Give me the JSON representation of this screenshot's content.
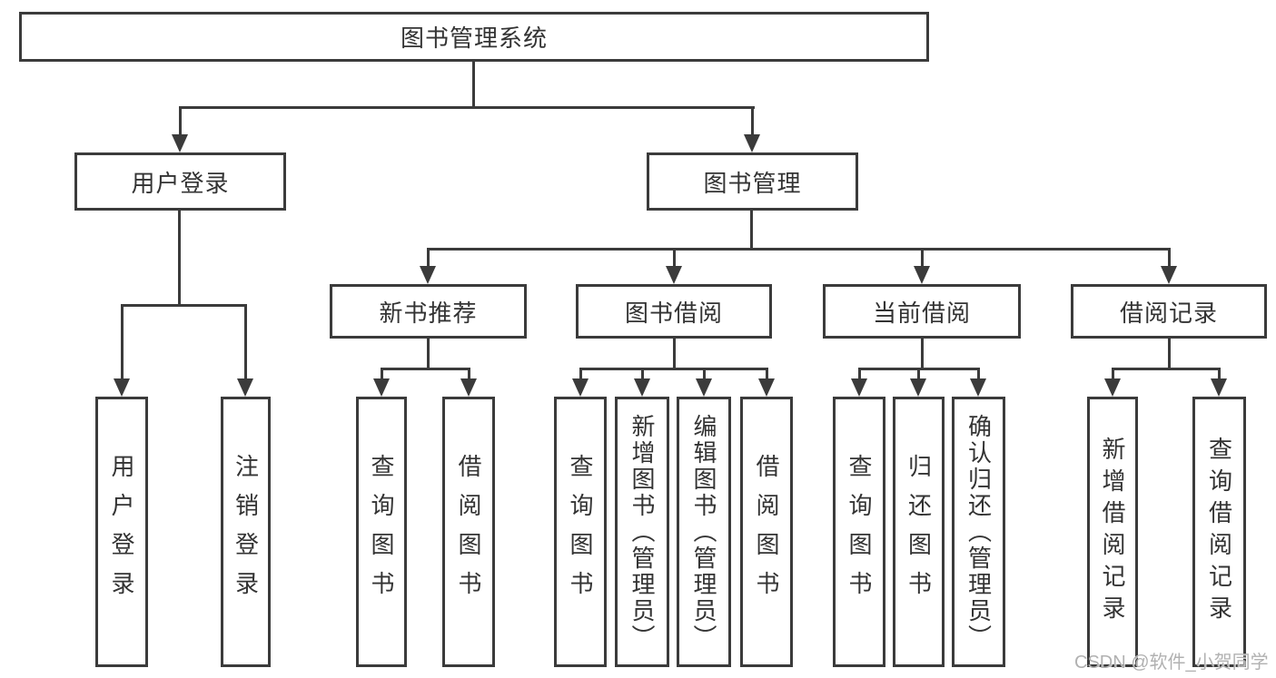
{
  "diagram": {
    "root": {
      "label": "图书管理系统"
    },
    "branches": [
      {
        "label": "用户登录",
        "children": [
          {
            "label": "用户登录"
          },
          {
            "label": "注销登录"
          }
        ]
      },
      {
        "label": "图书管理",
        "children": [
          {
            "label": "新书推荐",
            "children": [
              {
                "label": "查询图书"
              },
              {
                "label": "借阅图书"
              }
            ]
          },
          {
            "label": "图书借阅",
            "children": [
              {
                "label": "查询图书"
              },
              {
                "label": "新增图书（管理员）"
              },
              {
                "label": "编辑图书（管理员）"
              },
              {
                "label": "借阅图书"
              }
            ]
          },
          {
            "label": "当前借阅",
            "children": [
              {
                "label": "查询图书"
              },
              {
                "label": "归还图书"
              },
              {
                "label": "确认归还（管理员）"
              }
            ]
          },
          {
            "label": "借阅记录",
            "children": [
              {
                "label": "新增借阅记录"
              },
              {
                "label": "查询借阅记录"
              }
            ]
          }
        ]
      }
    ]
  },
  "watermark": {
    "text": "CSDN @软件_小贺同学"
  },
  "colors": {
    "line": "#3b3b3b",
    "text": "#333333",
    "watermark": "#b1b1b1",
    "background": "#ffffff"
  }
}
